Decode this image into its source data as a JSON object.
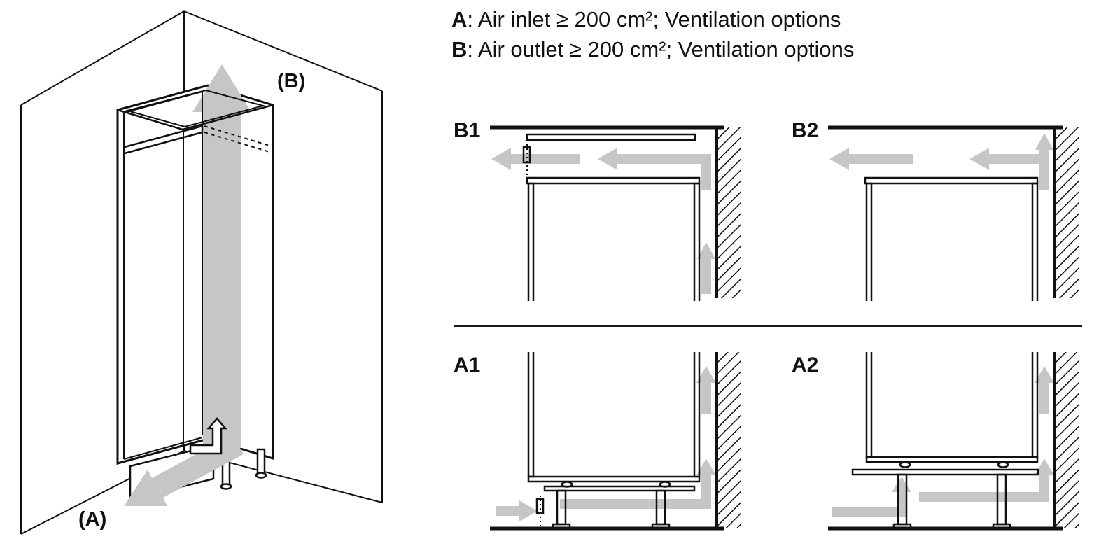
{
  "legend": {
    "line_a": {
      "label": "A",
      "text": ": Air inlet ≥ 200 cm²; Ventilation options"
    },
    "line_b": {
      "label": "B",
      "text": ": Air outlet ≥ 200 cm²; Ventilation options"
    }
  },
  "isometric_labels": {
    "a": "(A)",
    "b": "(B)"
  },
  "panel_labels": {
    "b1": "B1",
    "b2": "B2",
    "a1": "A1",
    "a2": "A2"
  },
  "colors": {
    "line": "#111111",
    "arrow_gray": "#c6c6c6",
    "background": "#ffffff"
  }
}
